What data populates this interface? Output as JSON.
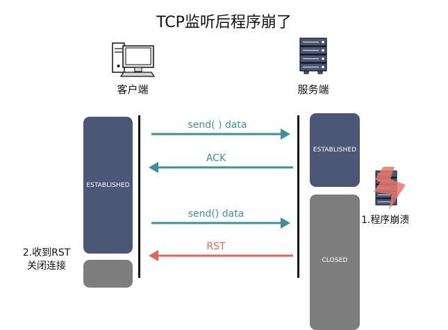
{
  "title": "TCP监听后程序崩了",
  "client": {
    "label": "客户端",
    "icon": "desktop-computer-icon"
  },
  "server": {
    "label": "服务端",
    "icon": "server-rack-icon"
  },
  "client_states": {
    "established": "ESTABLISHED"
  },
  "server_states": {
    "established": "ESTABLISHED",
    "closed": "CLOSED"
  },
  "messages": {
    "send1": "send( ) data",
    "ack": "ACK",
    "send2": "send() data",
    "rst": "RST"
  },
  "notes": {
    "crash": "1.程序崩溃",
    "rst_line1": "2.收到RST",
    "rst_line2": "关闭连接"
  },
  "colors": {
    "teal": "#3e8f9e",
    "red": "#e06457",
    "navy": "#4c5778",
    "gray": "#7d7d7d",
    "crash": "#e8756a"
  }
}
